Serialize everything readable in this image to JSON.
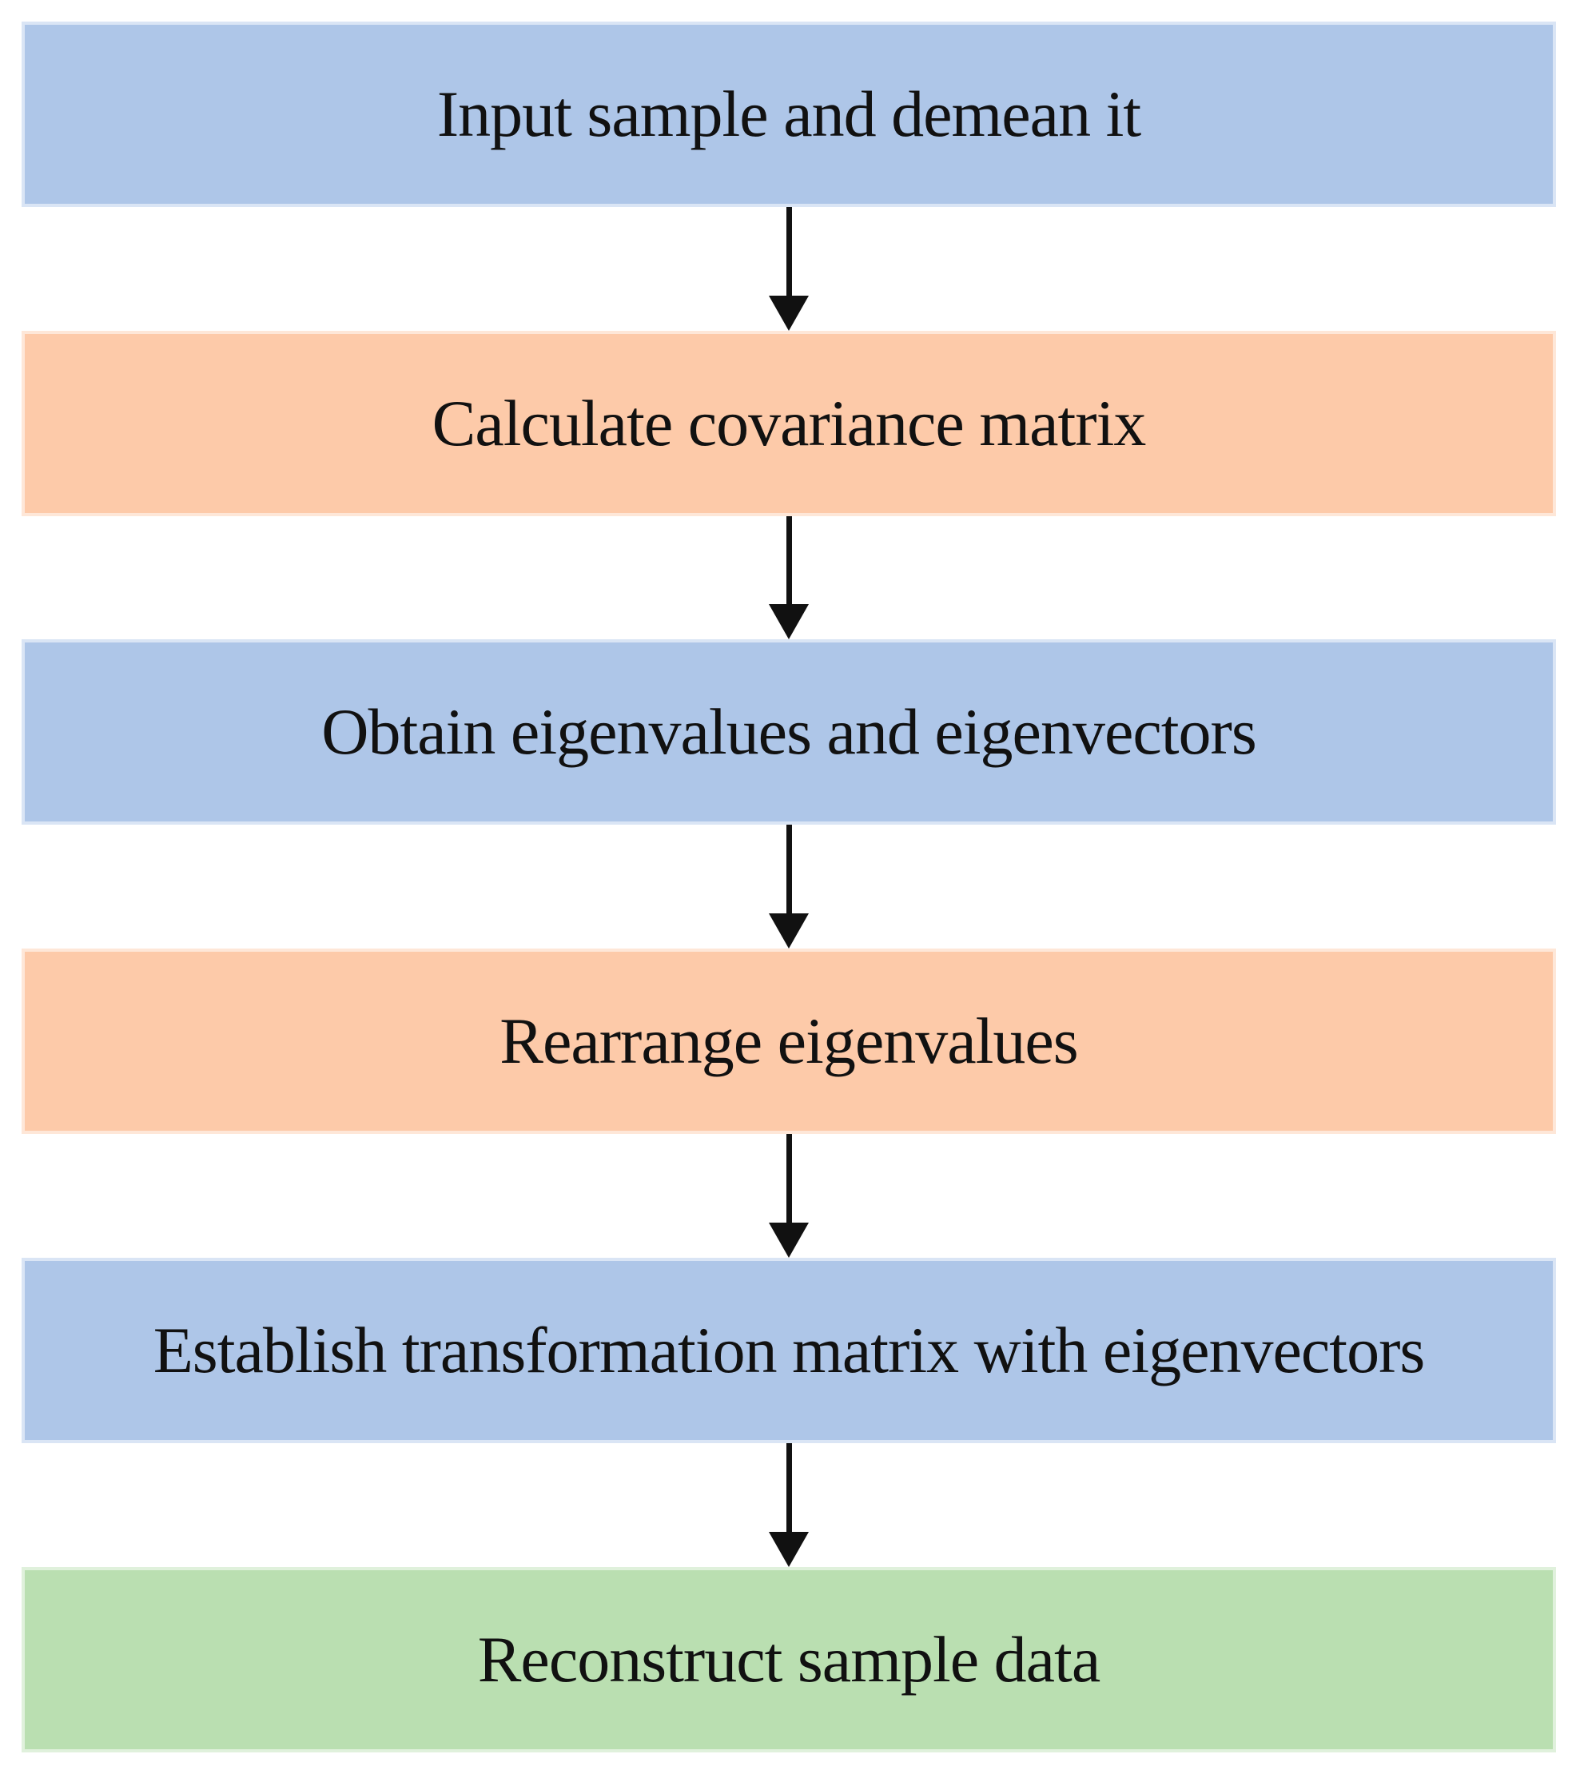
{
  "colors": {
    "blue": "#aec6e8",
    "orange": "#fdcaa9",
    "green": "#badfb1",
    "arrow": "#111111"
  },
  "steps": [
    {
      "label": "Input sample and demean it",
      "color": "blue"
    },
    {
      "label": "Calculate covariance matrix",
      "color": "orange"
    },
    {
      "label": "Obtain eigenvalues and eigenvectors",
      "color": "blue"
    },
    {
      "label": "Rearrange eigenvalues",
      "color": "orange"
    },
    {
      "label": "Establish transformation matrix with eigenvectors",
      "color": "blue"
    },
    {
      "label": "Reconstruct sample data",
      "color": "green"
    }
  ]
}
